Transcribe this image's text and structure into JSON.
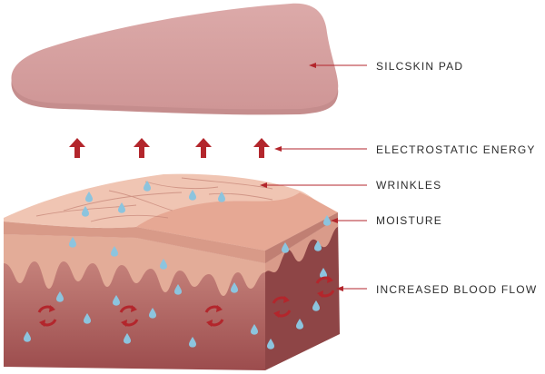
{
  "labels": {
    "pad": "SILCSKIN PAD",
    "energy": "ELECTROSTATIC ENERGY",
    "wrinkles": "WRINKLES",
    "moisture": "MOISTURE",
    "blood_flow": "INCREASED BLOOD FLOW"
  },
  "colors": {
    "pad": "#d8a4a4",
    "pad_edge": "#c58d8d",
    "skin_top": "#e9b8a6",
    "skin_front": "#d69e8c",
    "dermis": "#c98478",
    "deep": "#a85a58",
    "arrow": "#b3262c",
    "drop": "#8cc4de",
    "leader": "#b3262c"
  },
  "icons": {
    "energy_arrow": "arrow-up-icon",
    "blood_cycle": "circular-arrows-icon",
    "moisture_drop": "water-drop-icon"
  }
}
